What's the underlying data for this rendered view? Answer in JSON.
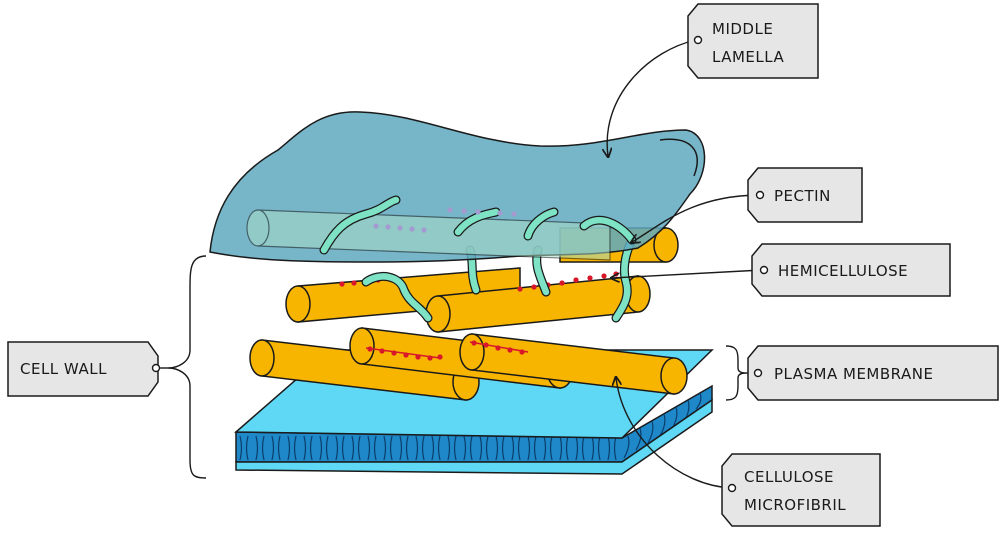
{
  "labels": {
    "middle_lamella": [
      "MIDDLE",
      "LAMELLA"
    ],
    "pectin": "PECTIN",
    "hemicellulose": "HEMICELLULOSE",
    "cell_wall": "CELL  WALL",
    "plasma_membrane": "PLASMA  MEMBRANE",
    "cellulose_microfibril": [
      "CELLULOSE",
      "MICROFIBRIL"
    ]
  },
  "colors": {
    "middle_lamella": "#5fa9bf",
    "pectin": "#7de3c4",
    "cellulose": "#f7b500",
    "hemicellulose_dots": "#d8172a",
    "membrane_top": "#5fd8f5",
    "membrane_side": "#1e88c9",
    "tag_fill": "#e6e6e6",
    "outline": "#1a1a1a"
  }
}
